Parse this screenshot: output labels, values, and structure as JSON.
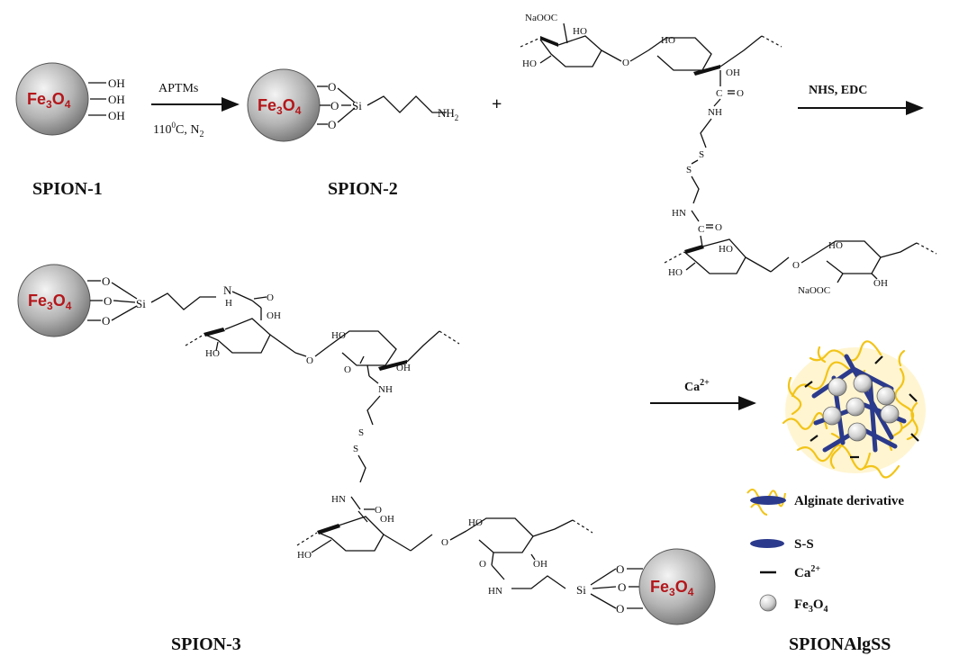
{
  "particle_label": "Fe3O4",
  "particle_label_main": "Fe",
  "particle_sub_3": "3",
  "particle_o": "O",
  "particle_sub_4": "4",
  "spion1": {
    "name": "SPION-1",
    "oh": "OH"
  },
  "step1": {
    "reagent": "APTMs",
    "conditions_temp": "110",
    "conditions_deg": "0",
    "conditions_rest": "C, N",
    "conditions_sub": "2"
  },
  "spion2": {
    "name": "SPION-2",
    "o": "O",
    "si": "Si",
    "nh2": "NH",
    "nh2_sub": "2"
  },
  "plus": "+",
  "alginate_top": {
    "naooc": "NaOOC",
    "ho": "HO",
    "oh": "OH",
    "o": "O",
    "nh": "NH",
    "hn": "HN",
    "s": "S",
    "c": "C"
  },
  "step2": {
    "reagent": "NHS, EDC"
  },
  "spion3": {
    "name": "SPION-3",
    "nh": "N",
    "h": "H",
    "hn": "HN",
    "o": "O",
    "si": "Si",
    "ho": "HO",
    "oh": "OH",
    "s": "S",
    "nh_lbl": "NH"
  },
  "step3": {
    "reagent": "Ca",
    "sup": "2+"
  },
  "product": {
    "name": "SPIONAlgSS"
  },
  "legend": [
    {
      "label": "Alginate derivative"
    },
    {
      "label": "S-S"
    },
    {
      "label": "Ca",
      "sup": "2+"
    },
    {
      "label": "Fe",
      "sub3": "3",
      "o": "O",
      "sub4": "4"
    }
  ],
  "colors": {
    "particle_text": "#b3171b",
    "disulfide": "#2b3a8c",
    "alginate": "#f2c418",
    "particle_fill": "#9a9a9a"
  }
}
